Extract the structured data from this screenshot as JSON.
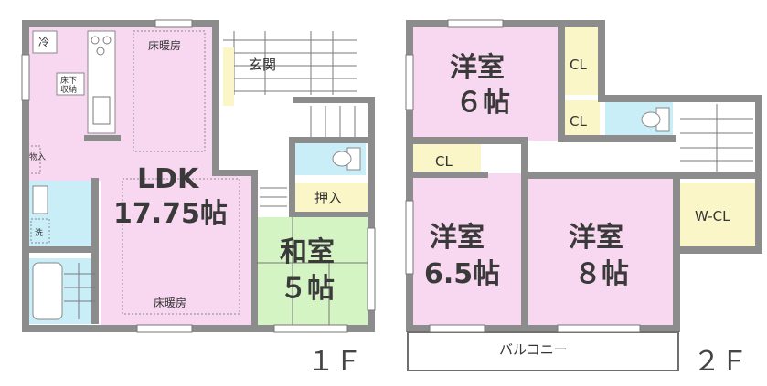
{
  "floors": {
    "first": {
      "floor_label": "１Ｆ",
      "rooms": {
        "ldk_name": "LDK",
        "ldk_size": "17.75帖",
        "washitsu_name": "和室",
        "washitsu_size": "５帖",
        "genkan": "玄関",
        "oshiire": "押入",
        "floor_heating_top": "床暖房",
        "floor_heating_bottom": "床暖房",
        "fridge": "冷",
        "underfloor_line1": "床下",
        "underfloor_line2": "収納",
        "storage_vertical": "物入",
        "wash": "洗"
      }
    },
    "second": {
      "floor_label": "２Ｆ",
      "rooms": {
        "room6_name": "洋室",
        "room6_size": "６帖",
        "room65_name": "洋室",
        "room65_size": "6.5帖",
        "room8_name": "洋室",
        "room8_size": "８帖",
        "cl_top": "CL",
        "cl_mid": "CL",
        "cl_left": "CL",
        "wcl": "W-CL",
        "balcony": "バルコニー"
      }
    }
  }
}
